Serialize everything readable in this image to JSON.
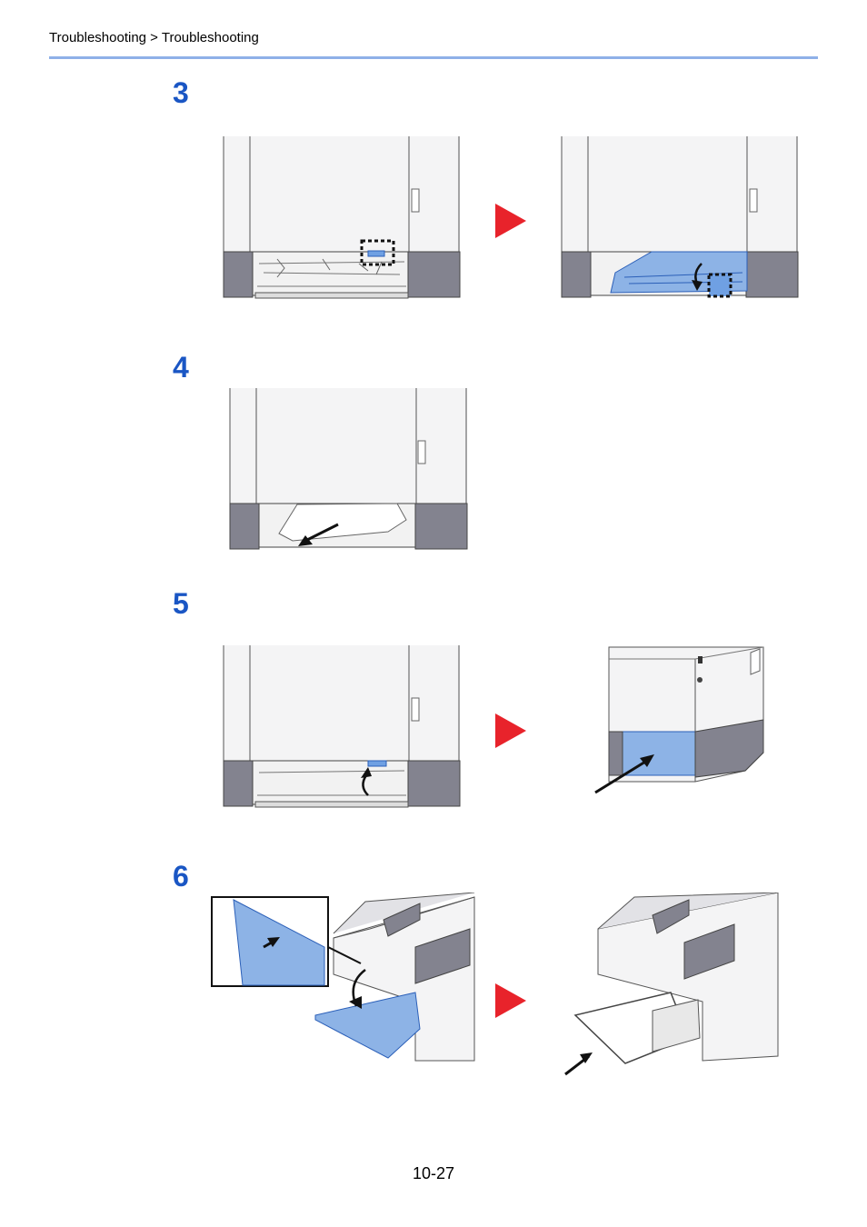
{
  "header": {
    "breadcrumb": "Troubleshooting > Troubleshooting"
  },
  "steps": [
    {
      "number": "3"
    },
    {
      "number": "4"
    },
    {
      "number": "5"
    },
    {
      "number": "6"
    }
  ],
  "footer": {
    "page_number": "10-27"
  },
  "colors": {
    "accent_blue": "#1a56c4",
    "rule_blue": "#8fb0e8",
    "arrow_red": "#e8232b",
    "part_blue": "#8db3e6",
    "tray_gray": "#83838f"
  }
}
